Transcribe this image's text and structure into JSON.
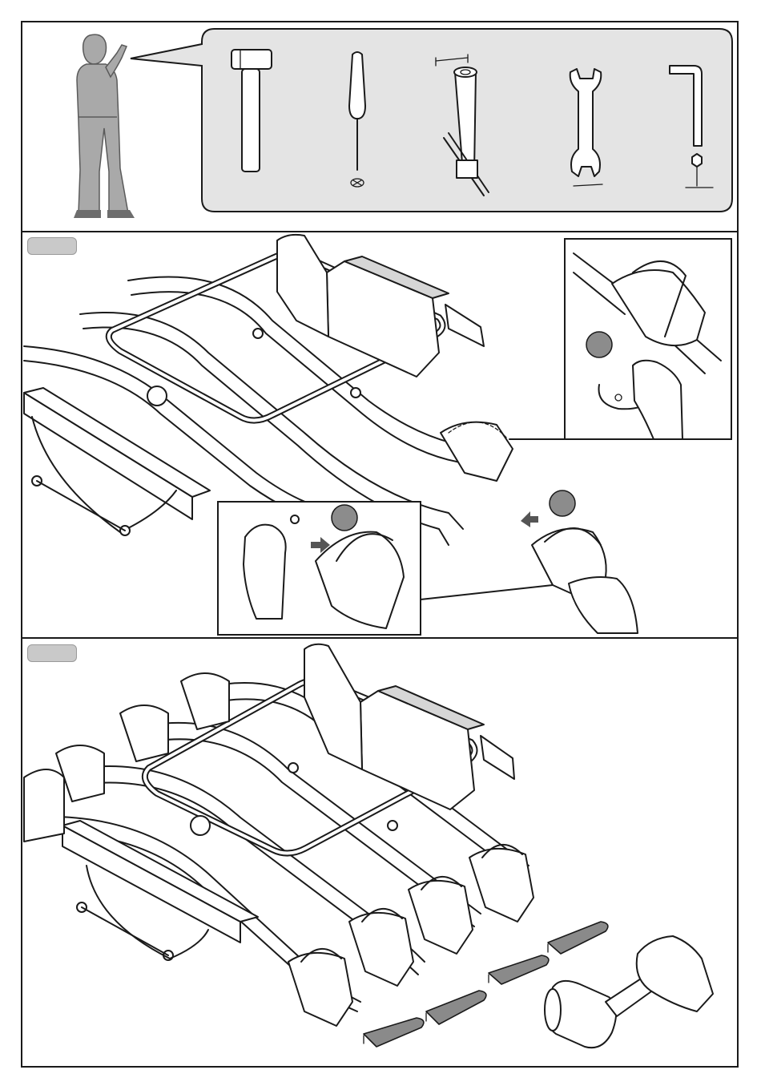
{
  "page": {
    "panels": [
      {
        "id": "tools",
        "step_label": ""
      },
      {
        "id": "step-1",
        "step_label": ""
      },
      {
        "id": "step-2",
        "step_label": ""
      }
    ],
    "tools": [
      "hammer-icon",
      "screwdriver-icon",
      "socket-wrench-icon",
      "open-end-wrench-icon",
      "hex-key-icon"
    ],
    "colors": {
      "line": "#1a1a1a",
      "bubble": "#e4e4e4",
      "tab": "#c9c9c9",
      "figure": "#a9a9a9",
      "sphere": "#8c8c8c"
    }
  }
}
